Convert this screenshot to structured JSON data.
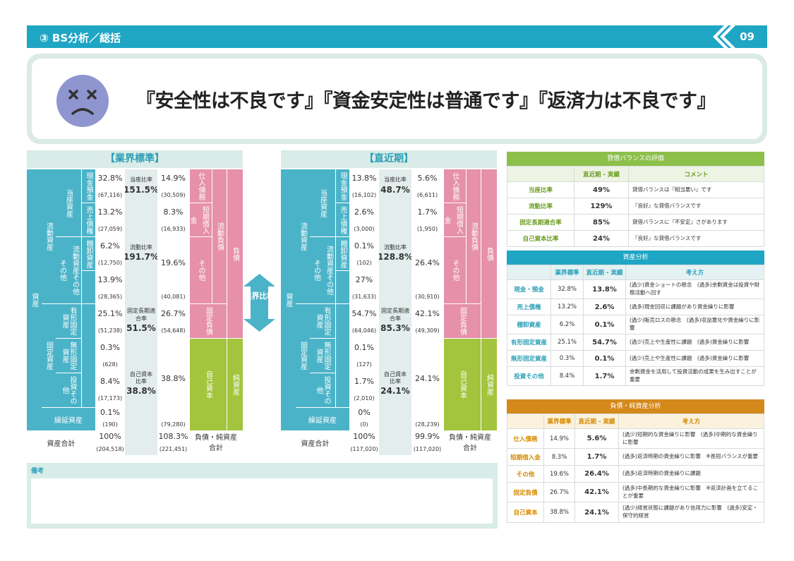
{
  "header": {
    "title": "③ BS分析／総括",
    "page": "09"
  },
  "summary": {
    "text": "『安全性は不良です』『資金安定性は普通です』『返済力は不良です』"
  },
  "labels": {
    "assets": "資産",
    "current_assets": "流動資産",
    "fixed_assets": "固定資産",
    "quick_assets": "当座資産",
    "other": "その他",
    "current_other": "流動資産その他",
    "cash": "現金預金",
    "receivables": "売上債権",
    "inventory": "棚卸資産",
    "tangible": "有形固定資産",
    "intangible": "無形固定資産",
    "investment": "投資その他",
    "deferred": "繰延資産",
    "total_assets": "資産合計",
    "quick_ratio": "当座比率",
    "current_ratio": "流動比率",
    "fixed_ratio": "固定長期適合率",
    "equity_ratio": "自己資本比率",
    "payables": "仕入債務",
    "short_debt": "短期借入金",
    "short_debt_a": "短期借入",
    "short_debt_b": "金",
    "current_liab": "流動負債",
    "liabilities": "負債",
    "fixed_liab": "固定負債",
    "equity": "自己資本",
    "net_assets": "純資産",
    "total_le": "負債・純資産合計"
  },
  "compare": "業界比較",
  "industry": {
    "title": "【業界標準】",
    "cash": {
      "pct": "32.8%",
      "amt": "(67,116)"
    },
    "receivables": {
      "pct": "13.2%",
      "amt": "(27,059)"
    },
    "inventory": {
      "pct": "6.2%",
      "amt": "(12,750)"
    },
    "other": {
      "pct": "13.9%",
      "amt": "(28,365)"
    },
    "tangible": {
      "pct": "25.1%",
      "amt": "(51,238)"
    },
    "intangible": {
      "pct": "0.3%",
      "amt": "(628)"
    },
    "investment": {
      "pct": "8.4%",
      "amt": "(17,173)"
    },
    "deferred": {
      "pct": "0.1%",
      "amt": "(190)"
    },
    "total_assets": {
      "pct": "100%",
      "amt": "(204,518)"
    },
    "quick_ratio": "151.5%",
    "current_ratio": "191.7%",
    "fixed_ratio": "51.5%",
    "equity_ratio": "38.8%",
    "payables": {
      "pct": "14.9%",
      "amt": "(30,509)"
    },
    "short_debt": {
      "pct": "8.3%",
      "amt": "(16,933)"
    },
    "liab_other": {
      "pct": "19.6%",
      "amt": "(40,081)"
    },
    "fixed_liab": {
      "pct": "26.7%",
      "amt": "(54,648)"
    },
    "equity": {
      "pct": "38.8%",
      "amt": "(79,280)"
    },
    "total_le": {
      "pct": "108.3%",
      "amt": "(221,451)"
    }
  },
  "recent": {
    "title": "【直近期】",
    "cash": {
      "pct": "13.8%",
      "amt": "(16,102)"
    },
    "receivables": {
      "pct": "2.6%",
      "amt": "(3,000)"
    },
    "inventory": {
      "pct": "0.1%",
      "amt": "(102)"
    },
    "other": {
      "pct": "27%",
      "amt": "(31,633)"
    },
    "tangible": {
      "pct": "54.7%",
      "amt": "(64,046)"
    },
    "intangible": {
      "pct": "0.1%",
      "amt": "(127)"
    },
    "investment": {
      "pct": "1.7%",
      "amt": "(2,010)"
    },
    "deferred": {
      "pct": "0%",
      "amt": "(0)"
    },
    "total_assets": {
      "pct": "100%",
      "amt": "(117,020)"
    },
    "quick_ratio": "48.7%",
    "current_ratio": "128.8%",
    "fixed_ratio": "85.3%",
    "equity_ratio": "24.1%",
    "payables": {
      "pct": "5.6%",
      "amt": "(6,611)"
    },
    "short_debt": {
      "pct": "1.7%",
      "amt": "(1,950)"
    },
    "liab_other": {
      "pct": "26.4%",
      "amt": "(30,910)"
    },
    "fixed_liab": {
      "pct": "42.1%",
      "amt": "(49,309)"
    },
    "equity": {
      "pct": "24.1%",
      "amt": "(28,239)"
    },
    "total_le": {
      "pct": "99.9%",
      "amt": "(117,020)"
    }
  },
  "notes": {
    "label": "備考"
  },
  "balance_eval": {
    "title": "貸借バランスの評価",
    "headers": [
      "",
      "直近期 - 実績",
      "コメント"
    ],
    "rows": [
      {
        "label": "当座比率",
        "value": "49%",
        "comment": "貸借バランスは『相当悪い』です"
      },
      {
        "label": "流動比率",
        "value": "129%",
        "comment": "『良好』な貸借バランスです"
      },
      {
        "label": "固定長期適合率",
        "value": "85%",
        "comment": "貸借バランスに『不安定』さがあります"
      },
      {
        "label": "自己資本比率",
        "value": "24%",
        "comment": "『良好』な貸借バランスです"
      }
    ]
  },
  "asset_analysis": {
    "title": "資産分析",
    "headers": [
      "",
      "業界標準",
      "直近期 - 実績",
      "考え方"
    ],
    "rows": [
      {
        "label": "現金・預金",
        "std": "32.8%",
        "actual": "13.8%",
        "note": "(過少)資金ショートの懸念　(過多)余剰資金は投資や財務活動へ回す"
      },
      {
        "label": "売上債権",
        "std": "13.2%",
        "actual": "2.6%",
        "note": "(過多)現金回収に課題があり資金繰りに影響"
      },
      {
        "label": "棚卸資産",
        "std": "6.2%",
        "actual": "0.1%",
        "note": "(過少)販売ロスの懸念　(過多)収益悪化や資金繰りに影響"
      },
      {
        "label": "有形固定資産",
        "std": "25.1%",
        "actual": "54.7%",
        "note": "(過少)売上や生産性に課題　(過多)資金繰りに影響"
      },
      {
        "label": "無形固定資産",
        "std": "0.3%",
        "actual": "0.1%",
        "note": "(過少)売上や生産性に課題　(過多)資金繰りに影響"
      },
      {
        "label": "投資その他",
        "std": "8.4%",
        "actual": "1.7%",
        "note": "余剰資金を活用して投資活動の成果を生み出すことが重要"
      }
    ]
  },
  "liab_analysis": {
    "title": "負債・純資産分析",
    "headers": [
      "",
      "業界標準",
      "直近期 - 実績",
      "考え方"
    ],
    "rows": [
      {
        "label": "仕入債務",
        "std": "14.9%",
        "actual": "5.6%",
        "note": "(過少)短期的な資金繰りに影響　(過多)中期的な資金繰りに影響"
      },
      {
        "label": "短期借入金",
        "std": "8.3%",
        "actual": "1.7%",
        "note": "(過多)返済時期の資金繰りに影響　※長短バランスが重要"
      },
      {
        "label": "その他",
        "std": "19.6%",
        "actual": "26.4%",
        "note": "(過多)返済時期の資金繰りに課題"
      },
      {
        "label": "固定負債",
        "std": "26.7%",
        "actual": "42.1%",
        "note": "(過多)中長期的な資金繰りに影響　※返済計画を立てることが重要"
      },
      {
        "label": "自己資本",
        "std": "38.8%",
        "actual": "24.1%",
        "note": "(過少)経営状態に課題があり信用力に影響　(過多)安定・保守的経営"
      }
    ]
  },
  "colors": {
    "teal": "#1fa6c4",
    "green": "#8cc04a",
    "orange": "#d4891b",
    "pink": "#e690aa",
    "olive": "#a3c43d"
  }
}
